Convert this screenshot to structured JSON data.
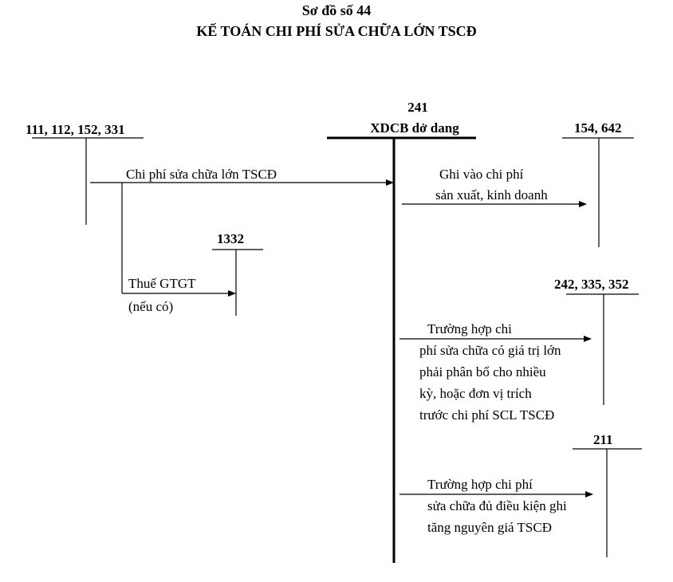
{
  "header": {
    "diagram_number": "Sơ đồ số 44",
    "title": "KẾ TOÁN CHI PHÍ SỬA CHỮA LỚN TSCĐ"
  },
  "accounts": {
    "source": "111, 112, 152, 331",
    "center_code": "241",
    "center_name": "XDCB dở dang",
    "vat": "1332",
    "expense": "154, 642",
    "allocation": "242, 335, 352",
    "fixed_asset": "211"
  },
  "flows": {
    "repair_cost": "Chi phí sửa chữa lớn TSCĐ",
    "vat_line1": "Thuế GTGT",
    "vat_line2": "(nếu có)",
    "expense_line1": "Ghi vào chi phí",
    "expense_line2": "sản xuất, kinh doanh",
    "allocation_lines": [
      "Trường hợp chi",
      "phí sửa chữa có giá trị lớn",
      "phải phân bổ cho nhiều",
      "kỳ, hoặc đơn vị trích",
      "trước chi phí SCL TSCĐ"
    ],
    "capitalize_lines": [
      "Trường hợp chi phí",
      "sửa chữa đủ điều kiện ghi",
      "tăng nguyên giá TSCĐ"
    ]
  },
  "colors": {
    "ink": "#000000",
    "background": "#ffffff"
  }
}
